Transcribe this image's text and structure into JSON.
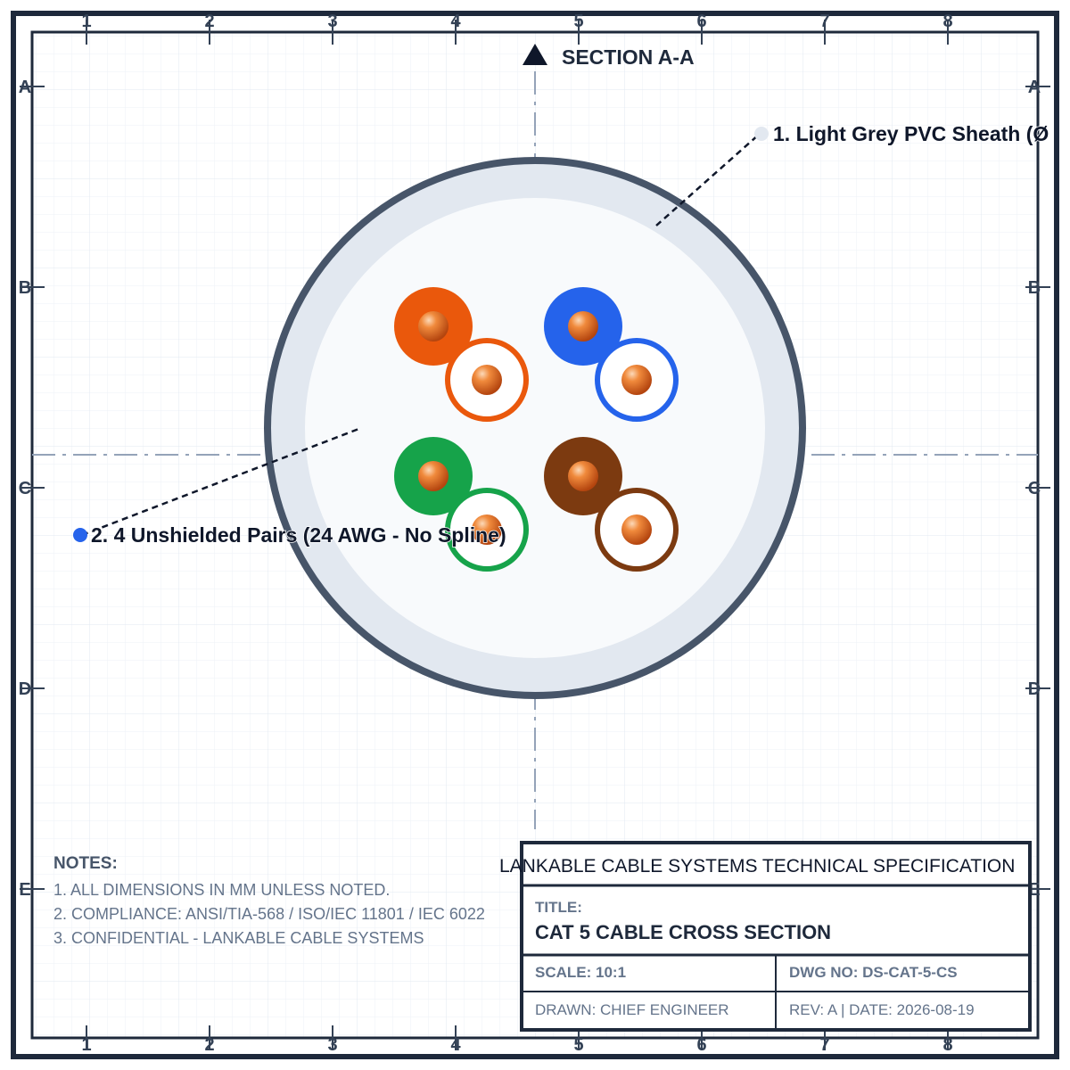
{
  "section": {
    "label": "SECTION A-A"
  },
  "grid_refs": {
    "columns": [
      "1",
      "2",
      "3",
      "4",
      "5",
      "6",
      "7",
      "8"
    ],
    "rows": [
      "A",
      "B",
      "C",
      "D",
      "E"
    ]
  },
  "cable": {
    "sheath_color": "#e2e8f0",
    "sheath_outline_color": "#475569",
    "core_fill_color": "#f8fafc",
    "copper_color": "#ea7a2e",
    "pairs": [
      {
        "name": "orange",
        "color": "#ea580c"
      },
      {
        "name": "blue",
        "color": "#2563eb"
      },
      {
        "name": "green",
        "color": "#16a34a"
      },
      {
        "name": "brown",
        "color": "#7c3a10"
      }
    ]
  },
  "callouts": [
    {
      "text": "1. Light Grey PVC Sheath (Ø",
      "dot_color": "#e2e8f0"
    },
    {
      "text": "2. 4 Unshielded Pairs (24 AWG - No Spline)",
      "dot_color": "#2563eb"
    }
  ],
  "notes": {
    "heading": "NOTES:",
    "lines": [
      "1. ALL DIMENSIONS IN MM UNLESS NOTED.",
      "2. COMPLIANCE: ANSI/TIA-568 / ISO/IEC 11801 / IEC 6022",
      "3. CONFIDENTIAL - LANKABLE CABLE SYSTEMS"
    ]
  },
  "title_block": {
    "company": "LANKABLE CABLE SYSTEMS TECHNICAL SPECIFICATION",
    "title_label": "TITLE:",
    "title": "CAT 5 CABLE CROSS SECTION",
    "scale": "SCALE: 10:1",
    "dwg_no": "DWG NO: DS-CAT-5-CS",
    "drawn": "DRAWN: CHIEF ENGINEER",
    "rev_date": "REV: A | DATE: 2026-08-19"
  },
  "colors": {
    "frame": "#1e293b",
    "grid": "#e2e8f0",
    "centerline": "#94a3b8"
  }
}
